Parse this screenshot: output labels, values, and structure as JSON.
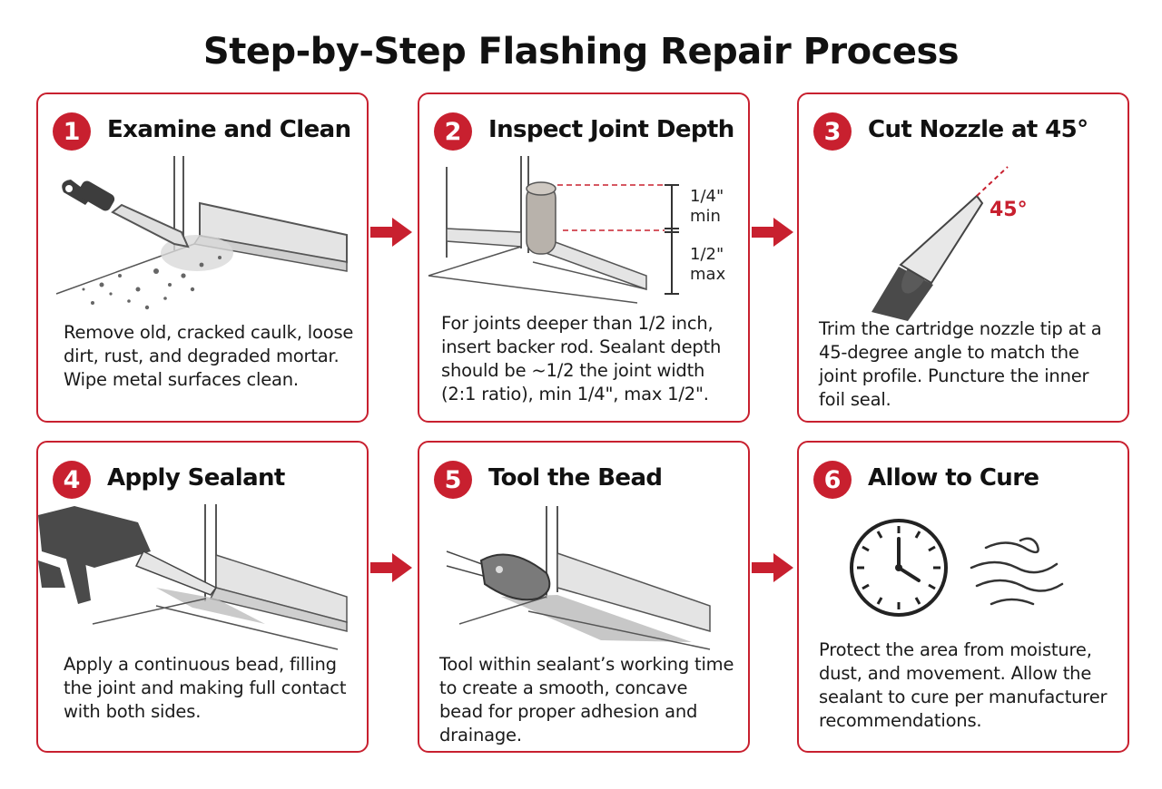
{
  "title": "Step-by-Step Flashing Repair Process",
  "accent_color": "#c8202f",
  "steps": [
    {
      "number": "1",
      "title": "Examine and Clean",
      "description": "Remove old, cracked caulk, loose dirt, rust, and degraded mortar. Wipe metal surfaces clean.",
      "icon": "scraper-icon"
    },
    {
      "number": "2",
      "title": "Inspect Joint Depth",
      "description": "For joints deeper than 1/2 inch, insert backer rod. Sealant depth should be ~1/2 the joint width (2:1 ratio), min 1/4\", max 1/2\".",
      "icon": "backer-rod-icon",
      "dim_min_value": "1/4\"",
      "dim_min_label": "min",
      "dim_max_value": "1/2\"",
      "dim_max_label": "max"
    },
    {
      "number": "3",
      "title": "Cut Nozzle at 45°",
      "description": "Trim the cartridge nozzle tip at a 45-degree angle to match the joint profile. Puncture the inner foil seal.",
      "icon": "nozzle-icon",
      "angle_label": "45°"
    },
    {
      "number": "4",
      "title": "Apply Sealant",
      "description": "Apply a continuous bead, filling the joint and making full contact with both sides.",
      "icon": "caulk-gun-icon"
    },
    {
      "number": "5",
      "title": "Tool the Bead",
      "description": "Tool within sealant’s working time to create a smooth, concave bead for proper adhesion and drainage.",
      "icon": "tooling-spatula-icon"
    },
    {
      "number": "6",
      "title": "Allow to Cure",
      "description": "Protect the area from moisture, dust, and movement. Allow the sealant to cure per manufacturer recommendations.",
      "icon": "clock-icon"
    }
  ]
}
